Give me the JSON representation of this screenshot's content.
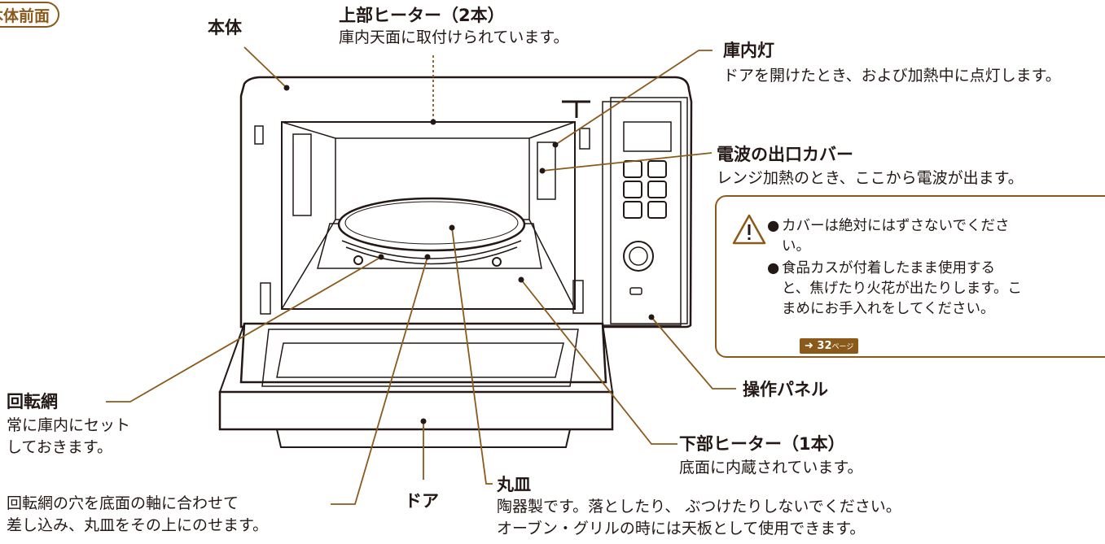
{
  "section_tab": "本体前面",
  "labels": {
    "body": {
      "title": "本体"
    },
    "top_heater": {
      "title": "上部ヒーター（2本）",
      "desc": "庫内天面に取付けられています。"
    },
    "lamp": {
      "title": "庫内灯",
      "desc": "ドアを開けたとき、および加熱中に点灯します。"
    },
    "wave_cover": {
      "title": "電波の出口カバー",
      "desc": "レンジ加熱のとき、ここから電波が出ます。"
    },
    "control_panel": {
      "title": "操作パネル"
    },
    "bottom_heater": {
      "title": "下部ヒーター（1本）",
      "desc": "底面に内蔵されています。"
    },
    "plate": {
      "title": "丸皿",
      "desc1": "陶器製です。落としたり、 ぶつけたりしないでください。",
      "desc2": "オーブン・グリルの時には天板として使用できます。"
    },
    "door": {
      "title": "ドア"
    },
    "rotating_net": {
      "title": "回転網",
      "desc1": "常に庫内にセット",
      "desc2": "しておきます。"
    },
    "net_instruction": {
      "line1": "回転網の穴を底面の軸に合わせて",
      "line2": "差し込み、丸皿をその上にのせます。"
    }
  },
  "warning": {
    "icon": "warning-triangle-icon",
    "item1_line1": "カバーは絶対にはずさないでくださ",
    "item1_line2": "い。",
    "item2_line1": "食品カスが付着したまま使用する",
    "item2_line2": "と、焦げたり火花が出たりします。こ",
    "item2_line3": "まめにお手入れをしてください。",
    "bullet": "●",
    "page_ref": "➜ 32",
    "page_ref_suffix": "ページ"
  },
  "colors": {
    "accent": "#8b5a1b",
    "line": "#8b5a1b",
    "text": "#231815"
  }
}
